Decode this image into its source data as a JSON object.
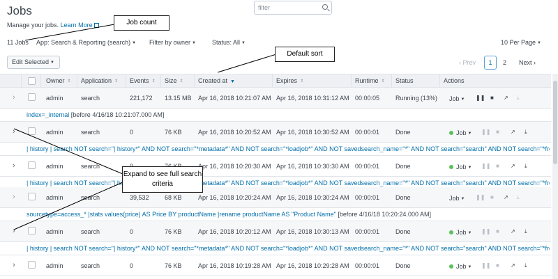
{
  "page": {
    "title": "Jobs",
    "subtitle": "Manage your jobs.",
    "learn_more": "Learn More"
  },
  "toolbar": {
    "job_count": "11 Jobs",
    "app_filter": "App: Search & Reporting (search)",
    "owner_filter": "Filter by owner",
    "status_filter": "Status: All",
    "filter_placeholder": "filter",
    "per_page": "10 Per Page",
    "edit_selected": "Edit Selected"
  },
  "pagination": {
    "prev": "‹ Prev",
    "page1": "1",
    "page2": "2",
    "next": "Next ›"
  },
  "columns": [
    "Owner",
    "Application",
    "Events",
    "Size",
    "Created at",
    "Expires",
    "Runtime",
    "Status",
    "Actions"
  ],
  "rows": [
    {
      "owner": "admin",
      "app": "search",
      "events": "221,172",
      "size": "13.15 MB",
      "created": "Apr 16, 2018 10:21:07 AM",
      "expires": "Apr 16, 2018 10:31:12 AM",
      "runtime": "00:00:05",
      "status": "Running (13%)",
      "job": "Job",
      "dot": false
    },
    {
      "owner": "admin",
      "app": "search",
      "events": "0",
      "size": "76 KB",
      "created": "Apr 16, 2018 10:20:52 AM",
      "expires": "Apr 16, 2018 10:30:52 AM",
      "runtime": "00:00:01",
      "status": "Done",
      "job": "Job",
      "dot": true
    },
    {
      "owner": "admin",
      "app": "search",
      "events": "0",
      "size": "76 KB",
      "created": "Apr 16, 2018 10:20:30 AM",
      "expires": "Apr 16, 2018 10:30:30 AM",
      "runtime": "00:00:01",
      "status": "Done",
      "job": "Job",
      "dot": true
    },
    {
      "owner": "admin",
      "app": "search",
      "events": "39,532",
      "size": "68 KB",
      "created": "Apr 16, 2018 10:20:24 AM",
      "expires": "Apr 16, 2018 10:30:24 AM",
      "runtime": "00:00:01",
      "status": "Done",
      "job": "Job",
      "dot": false
    },
    {
      "owner": "admin",
      "app": "search",
      "events": "0",
      "size": "76 KB",
      "created": "Apr 16, 2018 10:20:12 AM",
      "expires": "Apr 16, 2018 10:30:13 AM",
      "runtime": "00:00:01",
      "status": "Done",
      "job": "Job",
      "dot": true
    },
    {
      "owner": "admin",
      "app": "search",
      "events": "0",
      "size": "76 KB",
      "created": "Apr 16, 2018 10:19:28 AM",
      "expires": "Apr 16, 2018 10:29:28 AM",
      "runtime": "00:00:01",
      "status": "Done",
      "job": "Job",
      "dot": true
    }
  ],
  "details": [
    {
      "query": "index=_internal",
      "note": " [before 4/16/18 10:21:07.000 AM]"
    },
    {
      "query": "| history | search NOT search=\"| history*\" AND NOT search=\"*metadata*\" AND NOT search=\"*loadjob*\" AND NOT savedsearch_name=\"*\" AND NOT search=\"search\" AND NOT search=\"*from sid...",
      "note": ""
    },
    {
      "query": "| history | search NOT search=\"| history*\" AND NOT search=\"*metadata*\" AND NOT search=\"*loadjob*\" AND NOT savedsearch_name=\"*\" AND NOT search=\"search\" AND NOT search=\"*from sid...",
      "note": ""
    },
    {
      "query": "sourcetype=access_* |stats values(price) AS Price BY productName |rename productName AS \"Product Name\"",
      "note": " [before 4/16/18 10:20:24.000 AM]"
    },
    {
      "query": "| history | search NOT search=\"| history*\" AND NOT search=\"*metadata*\" AND NOT search=\"*loadjob*\" AND NOT savedsearch_name=\"*\" AND NOT search=\"search\" AND NOT search=\"*from sid...",
      "note": ""
    }
  ],
  "callouts": {
    "job_count": "Job count",
    "default_sort": "Default sort",
    "expand": "Expand to see full search criteria"
  },
  "colors": {
    "link": "#006eaa",
    "done_dot": "#5cc05c",
    "header_bg": "#eef0f3"
  }
}
